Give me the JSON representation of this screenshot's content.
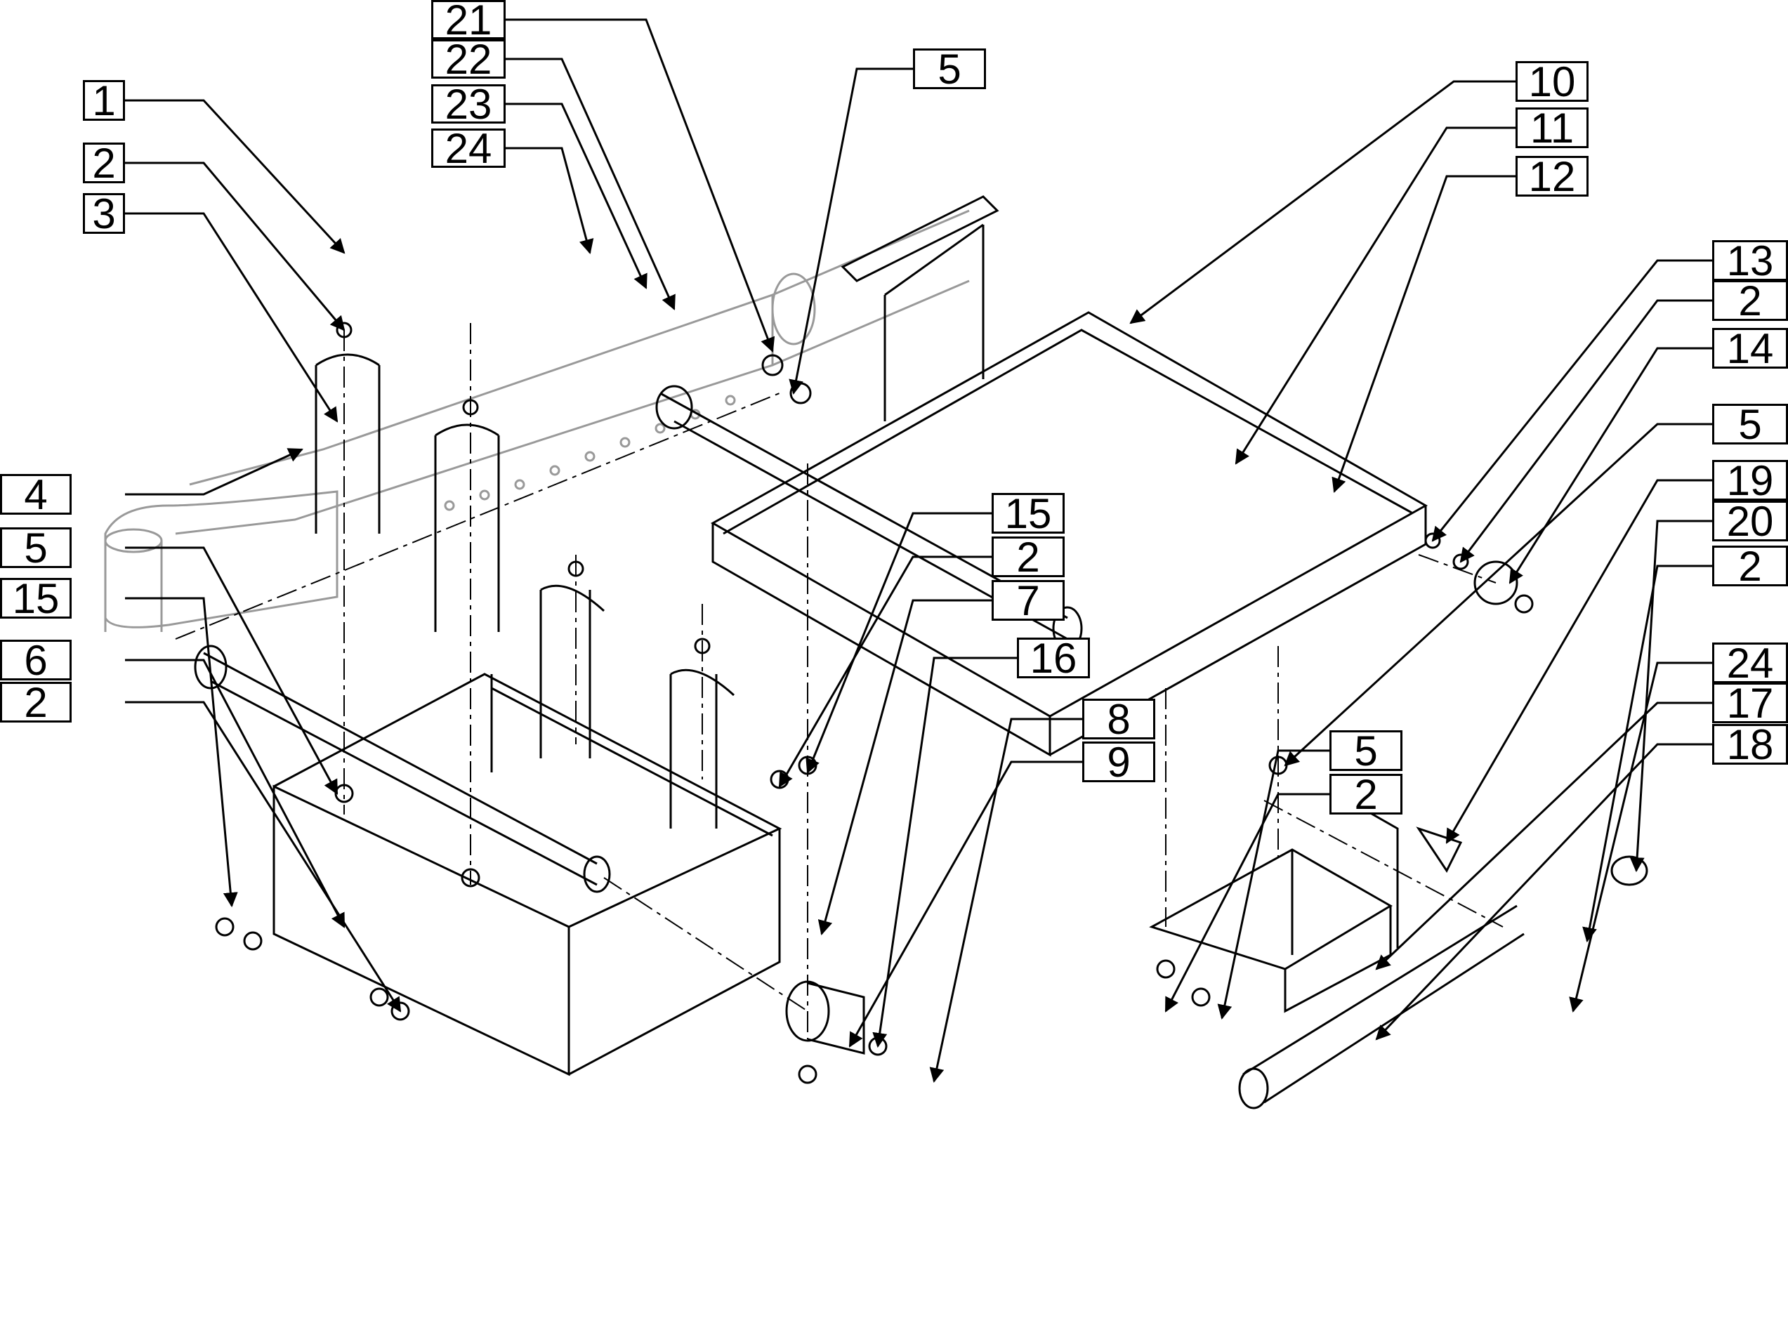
{
  "callouts": [
    {
      "id": "c1",
      "label": "1"
    },
    {
      "id": "c2a",
      "label": "2"
    },
    {
      "id": "c3",
      "label": "3"
    },
    {
      "id": "c4",
      "label": "4"
    },
    {
      "id": "c5a",
      "label": "5"
    },
    {
      "id": "c15a",
      "label": "15"
    },
    {
      "id": "c6",
      "label": "6"
    },
    {
      "id": "c2b",
      "label": "2"
    },
    {
      "id": "c21",
      "label": "21"
    },
    {
      "id": "c22",
      "label": "22"
    },
    {
      "id": "c23",
      "label": "23"
    },
    {
      "id": "c24a",
      "label": "24"
    },
    {
      "id": "c5b",
      "label": "5"
    },
    {
      "id": "c10",
      "label": "10"
    },
    {
      "id": "c11",
      "label": "11"
    },
    {
      "id": "c12",
      "label": "12"
    },
    {
      "id": "c13",
      "label": "13"
    },
    {
      "id": "c2c",
      "label": "2"
    },
    {
      "id": "c14",
      "label": "14"
    },
    {
      "id": "c5c",
      "label": "5"
    },
    {
      "id": "c19",
      "label": "19"
    },
    {
      "id": "c20",
      "label": "20"
    },
    {
      "id": "c2d",
      "label": "2"
    },
    {
      "id": "c24b",
      "label": "24"
    },
    {
      "id": "c17",
      "label": "17"
    },
    {
      "id": "c18",
      "label": "18"
    },
    {
      "id": "c5d",
      "label": "5"
    },
    {
      "id": "c2e",
      "label": "2"
    },
    {
      "id": "c15b",
      "label": "15"
    },
    {
      "id": "c2f",
      "label": "2"
    },
    {
      "id": "c7",
      "label": "7"
    },
    {
      "id": "c16",
      "label": "16"
    },
    {
      "id": "c8",
      "label": "8"
    },
    {
      "id": "c9",
      "label": "9"
    }
  ]
}
